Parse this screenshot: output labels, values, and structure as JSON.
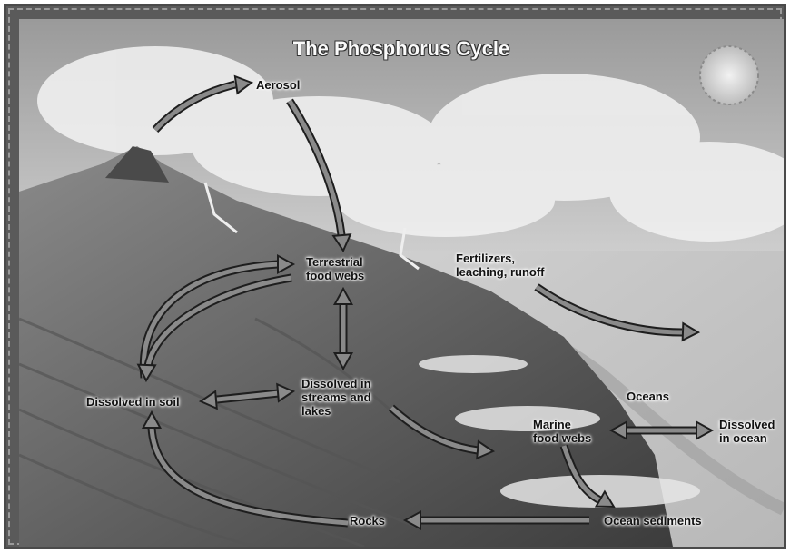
{
  "title": "The Phosphorus Cycle",
  "nodes": {
    "aerosol": "Aerosol",
    "terrestrial_food_webs": "Terrestrial\nfood webs",
    "fertilizers": "Fertilizers,\nleaching, runoff",
    "dissolved_in_soil": "Dissolved in soil",
    "dissolved_in_streams": "Dissolved in\nstreams and\nlakes",
    "oceans": "Oceans",
    "marine_food_webs": "Marine\nfood webs",
    "dissolved_in_ocean": "Dissolved\nin ocean",
    "rocks": "Rocks",
    "ocean_sediments": "Ocean sediments"
  },
  "edges": [
    {
      "from": "volcano",
      "to": "Aerosol"
    },
    {
      "from": "Aerosol",
      "to": "Terrestrial food webs"
    },
    {
      "from": "Dissolved in soil",
      "to": "Terrestrial food webs"
    },
    {
      "from": "Terrestrial food webs",
      "to": "Dissolved in soil"
    },
    {
      "from": "Terrestrial food webs",
      "to": "Dissolved in streams and lakes",
      "bidirectional": true
    },
    {
      "from": "Dissolved in soil",
      "to": "Dissolved in streams and lakes",
      "bidirectional": true
    },
    {
      "from": "Fertilizers, leaching, runoff",
      "to": "Oceans"
    },
    {
      "from": "Dissolved in streams and lakes",
      "to": "Marine food webs"
    },
    {
      "from": "Marine food webs",
      "to": "Dissolved in ocean",
      "bidirectional": true
    },
    {
      "from": "Marine food webs",
      "to": "Ocean sediments"
    },
    {
      "from": "Ocean sediments",
      "to": "Rocks"
    },
    {
      "from": "Rocks",
      "to": "Dissolved in soil"
    }
  ],
  "colors": {
    "arrow_fill": "#8a8a8a",
    "arrow_stroke": "#1e1e1e",
    "sky": "#d8d8d8",
    "sea": "#c8c8c8",
    "land": "#6e6e6e"
  }
}
